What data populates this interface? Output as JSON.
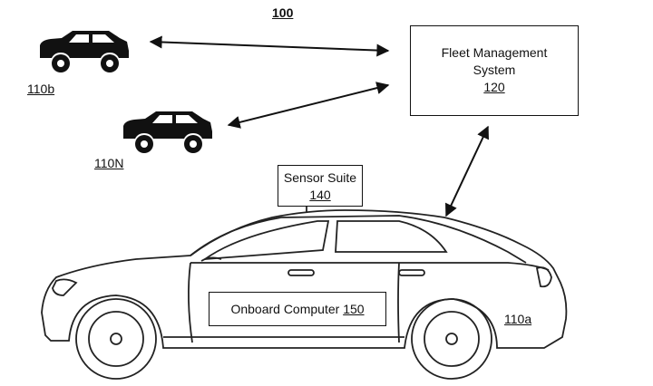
{
  "figure": {
    "number": "100"
  },
  "fleet_management": {
    "title": "Fleet Management System",
    "ref": "120"
  },
  "sensor_suite": {
    "title": "Sensor Suite",
    "ref": "140"
  },
  "onboard_computer": {
    "title": "Onboard Computer",
    "ref": "150"
  },
  "vehicles": {
    "primary": {
      "ref": "110a"
    },
    "second": {
      "ref": "110b"
    },
    "nth": {
      "ref": "110N"
    }
  }
}
